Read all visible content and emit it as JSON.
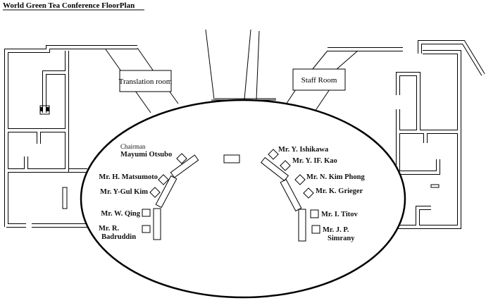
{
  "title": "World Green Tea Conference FloorPlan",
  "rooms": {
    "translation": "Translation room",
    "staff": "Staff Room"
  },
  "chairman_role": "Chairman",
  "left_seats": [
    {
      "name": "Mayumi Otsubo"
    },
    {
      "name": "Mr. H. Matsumoto"
    },
    {
      "name": "Mr. Y-Gul Kim"
    },
    {
      "name": "Mr. W. Qing"
    },
    {
      "name_line1": "Mr. R.",
      "name_line2": "Badruddin"
    }
  ],
  "right_seats": [
    {
      "name": "Mr. Y. Ishikawa"
    },
    {
      "name": "Mr. Y. IF. Kao"
    },
    {
      "name": "Mr. N. Kim Phong"
    },
    {
      "name": "Mr. K. Grieger"
    },
    {
      "name": "Mr. I. Titov"
    },
    {
      "name_line1": "Mr. J. P.",
      "name_line2": "Simrany"
    }
  ]
}
